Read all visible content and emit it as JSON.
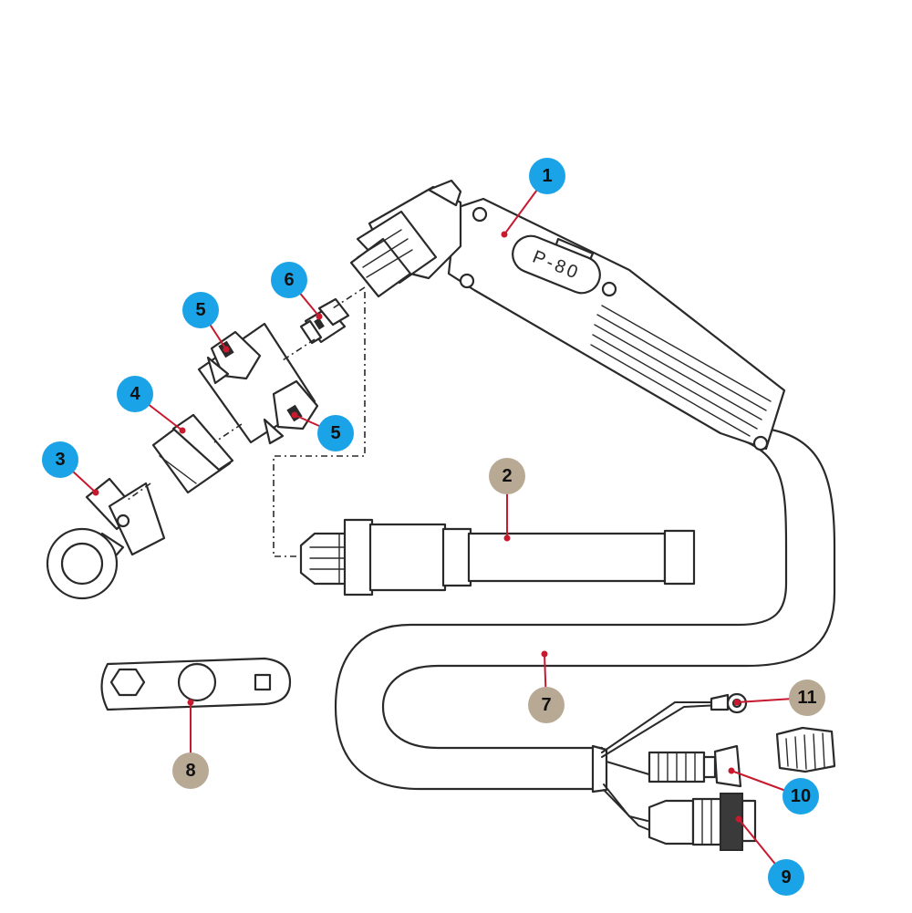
{
  "colors": {
    "callout_blue": "#1aa3e6",
    "callout_tan": "#b8a995",
    "leader_red": "#c8192e",
    "line": "#2a2a2a"
  },
  "torch": {
    "model_label": "P-80"
  },
  "callouts": [
    {
      "id": "c1",
      "number": "1",
      "color": "blue"
    },
    {
      "id": "c2",
      "number": "2",
      "color": "tan"
    },
    {
      "id": "c3",
      "number": "3",
      "color": "blue"
    },
    {
      "id": "c4",
      "number": "4",
      "color": "blue"
    },
    {
      "id": "c5a",
      "number": "5",
      "color": "blue"
    },
    {
      "id": "c5b",
      "number": "5",
      "color": "blue"
    },
    {
      "id": "c6",
      "number": "6",
      "color": "blue"
    },
    {
      "id": "c7",
      "number": "7",
      "color": "tan"
    },
    {
      "id": "c8",
      "number": "8",
      "color": "tan"
    },
    {
      "id": "c9",
      "number": "9",
      "color": "blue"
    },
    {
      "id": "c10",
      "number": "10",
      "color": "blue"
    },
    {
      "id": "c11",
      "number": "11",
      "color": "tan"
    }
  ]
}
